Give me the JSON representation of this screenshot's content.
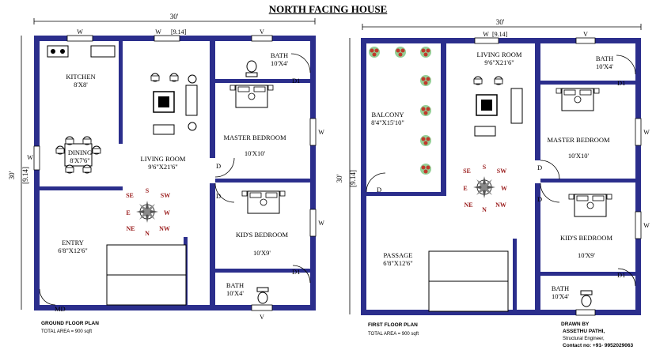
{
  "title": "NORTH FACING HOUSE",
  "dims": {
    "width_ft": "30'",
    "width_m": "[9.14]",
    "depth_ft": "30'",
    "depth_m": "[9.14]"
  },
  "openings": {
    "window": "W",
    "ventilator": "V",
    "door": "D",
    "door1": "D1",
    "main_door": "MD"
  },
  "ground_floor": {
    "kitchen": {
      "name": "KITCHEN",
      "size": "8'X8'"
    },
    "dining": {
      "name": "DINING",
      "size": "8'X7'6\""
    },
    "living": {
      "name": "LIVING ROOM",
      "size": "9'6\"X21'6\""
    },
    "bath_top": {
      "name": "BATH",
      "size": "10'X4'"
    },
    "master": {
      "name": "MASTER BEDROOM",
      "size": "10'X10'"
    },
    "kids": {
      "name": "KID'S BEDROOM",
      "size": "10'X9'"
    },
    "bath_bottom": {
      "name": "BATH",
      "size": "10'X4'"
    },
    "entry": {
      "name": "ENTRY",
      "size": "6'8\"X12'6\""
    },
    "plan_label": "GROUND FLOOR PLAN",
    "area": "TOTAL AREA = 900 sqft"
  },
  "first_floor": {
    "balcony": {
      "name": "BALCONY",
      "size": "8'4\"X15'10\""
    },
    "living": {
      "name": "LIVING ROOM",
      "size": "9'6\"X21'6\""
    },
    "bath_top": {
      "name": "BATH",
      "size": "10'X4'"
    },
    "master": {
      "name": "MASTER BEDROOM",
      "size": "10'X10'"
    },
    "kids": {
      "name": "KID'S BEDROOM",
      "size": "10'X9'"
    },
    "bath_bottom": {
      "name": "BATH",
      "size": "10'X4'"
    },
    "passage": {
      "name": "PASSAGE",
      "size": "6'8\"X12'6\""
    },
    "plan_label": "FIRST FLOOR PLAN",
    "area": "TOTAL AREA = 900 sqft"
  },
  "compass": {
    "n": "N",
    "s": "S",
    "e": "E",
    "w": "W",
    "ne": "NE",
    "nw": "NW",
    "se": "SE",
    "sw": "SW"
  },
  "credits": {
    "line1": "DRAWN BY",
    "line2": "ASSETHU PATHI,",
    "line3": "Structural Engineer,",
    "line4": "Contact no: +91- 9952029063"
  },
  "colors": {
    "wall": "#2b2e8c",
    "compass": "#9a1c1c",
    "plant": "#c0392b"
  }
}
